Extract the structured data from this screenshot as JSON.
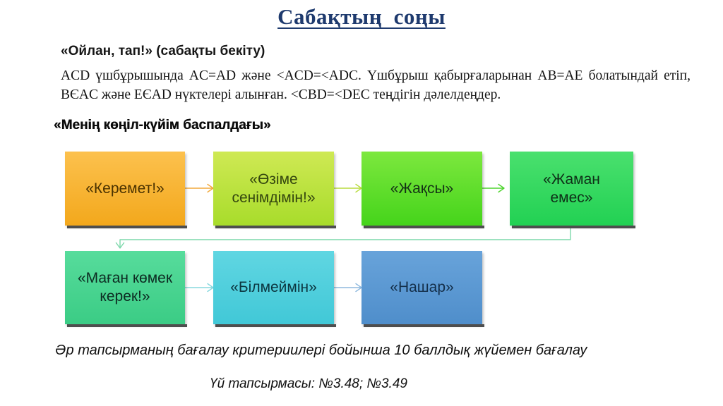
{
  "title": {
    "text": "Сабақтың  соңы",
    "color": "#1e3a6e"
  },
  "activity": {
    "heading": "«Ойлан, тап!» (сабақты бекіту)",
    "problem_line1": "ACD үшбұрышында AC=AD және <ACD=<ADC. Үшбұрыш қабырғаларынан AB=AE болатындай етіп,",
    "problem_line2": "BЄAC және EЄAD нүктелері алынған. <CBD=<DEC теңдігін дәлелдеңдер."
  },
  "mood": {
    "heading": "«Менің көңіл-күйім баспалдағы»",
    "boxes": [
      {
        "label": "«Керемет!»",
        "bg_top": "#fcc14e",
        "bg_bottom": "#f3a81c",
        "text_color": "#4a3200"
      },
      {
        "label": "«Өзіме\nсенімдімін!»",
        "bg_top": "#cfe954",
        "bg_bottom": "#a8dc2b",
        "text_color": "#35470f"
      },
      {
        "label": "«Жақсы»",
        "bg_top": "#7de83e",
        "bg_bottom": "#45d41b",
        "text_color": "#143116"
      },
      {
        "label": "«Жаман\nемес»",
        "bg_top": "#4ae06e",
        "bg_bottom": "#22d153",
        "text_color": "#0e2e17"
      },
      {
        "label": "«Маған көмек\nкерек!»",
        "bg_top": "#57dc9c",
        "bg_bottom": "#3bcc85",
        "text_color": "#0d2b22"
      },
      {
        "label": "«Білмеймін»",
        "bg_top": "#60d6e2",
        "bg_bottom": "#41c8d7",
        "text_color": "#0c3640"
      },
      {
        "label": "«Нашар»",
        "bg_top": "#68a3da",
        "bg_bottom": "#4f8ecb",
        "text_color": "#142f4a"
      }
    ],
    "arrows": [
      {
        "name": "arrow-keremet-to-ozime",
        "color": "#f2a93c"
      },
      {
        "name": "arrow-ozime-to-zhaqsy",
        "color": "#b8dc3e"
      },
      {
        "name": "arrow-zhaqsy-to-zhaman",
        "color": "#4ed42e"
      },
      {
        "name": "connector-zhaman-to-magan",
        "color": "#7dd8ab"
      },
      {
        "name": "arrow-magan-to-bilmeimin",
        "color": "#87d8de"
      },
      {
        "name": "arrow-bilmeimin-to-nashar",
        "color": "#8fb9de"
      }
    ]
  },
  "footer": {
    "grading_note": "Әр тапсырманың бағалау критериилері бойынша 10 баллдық жүйемен бағалау",
    "homework": "Үй тапсырмасы: №3.48; №3.49"
  }
}
